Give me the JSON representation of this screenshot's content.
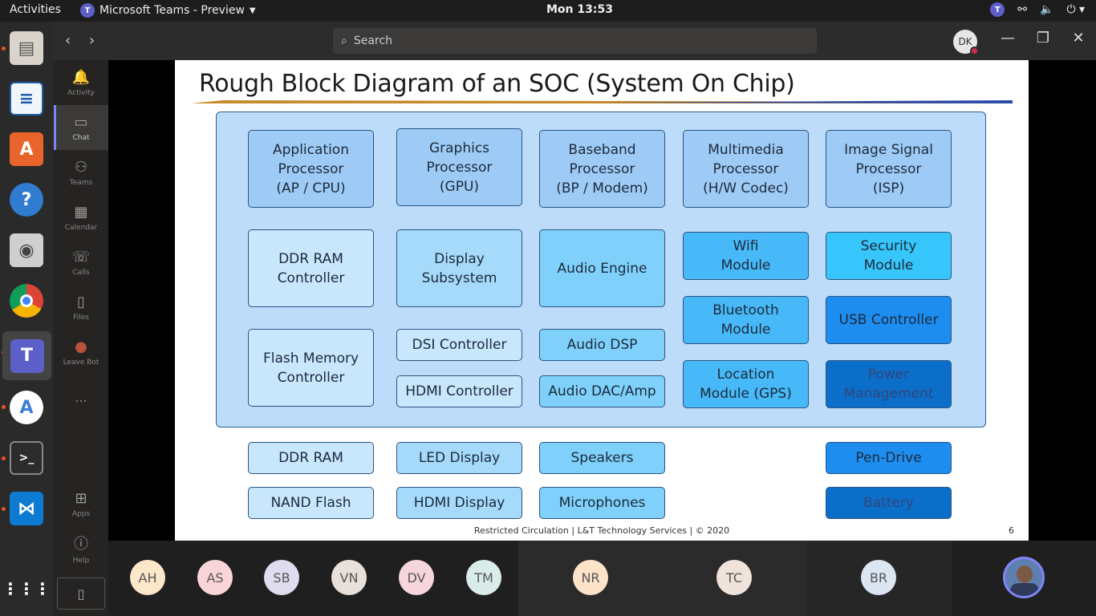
{
  "topbar": {
    "activities": "Activities",
    "app_name": "Microsoft Teams - Preview",
    "clock": "Mon 13:53"
  },
  "teams": {
    "search_placeholder": "Search",
    "user_initials": "DK",
    "rail": [
      {
        "label": "Activity"
      },
      {
        "label": "Chat"
      },
      {
        "label": "Teams"
      },
      {
        "label": "Calendar"
      },
      {
        "label": "Calls"
      },
      {
        "label": "Files"
      },
      {
        "label": "Leave Bot"
      },
      {
        "label": "..."
      },
      {
        "label": "Apps"
      },
      {
        "label": "Help"
      }
    ]
  },
  "slide": {
    "title": "Rough Block Diagram of an SOC (System On Chip)",
    "blocks": {
      "ap": "Application\nProcessor\n(AP / CPU)",
      "gpu": "Graphics\nProcessor\n(GPU)",
      "bp": "Baseband\nProcessor\n(BP / Modem)",
      "mm": "Multimedia\nProcessor\n(H/W Codec)",
      "isp": "Image Signal\nProcessor\n(ISP)",
      "ddr_ctrl": "DDR RAM\nController",
      "display_sub": "Display\nSubsystem",
      "audio_engine": "Audio Engine",
      "wifi": "Wifi\nModule",
      "security": "Security\nModule",
      "bluetooth": "Bluetooth\nModule",
      "usb": "USB Controller",
      "flash_ctrl": "Flash Memory\nController",
      "dsi": "DSI Controller",
      "audio_dsp": "Audio DSP",
      "hdmi_ctrl": "HDMI Controller",
      "audio_dac": "Audio DAC/Amp",
      "gps": "Location\nModule (GPS)",
      "power": "Power\nManagement",
      "ddr_ram": "DDR RAM",
      "led": "LED Display",
      "speakers": "Speakers",
      "pendrive": "Pen-Drive",
      "nand": "NAND Flash",
      "hdmi_disp": "HDMI Display",
      "mic": "Microphones",
      "battery": "Battery"
    },
    "footer": "Restricted Circulation | L&T Technology Services | © 2020",
    "page_number": "6"
  },
  "participants": [
    "AH",
    "AS",
    "SB",
    "VN",
    "DV",
    "TM",
    "NR",
    "TC",
    "BR"
  ]
}
